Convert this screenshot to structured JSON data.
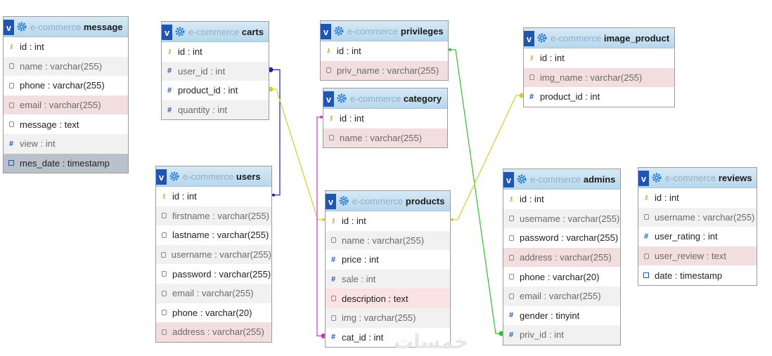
{
  "diagram": {
    "db_name": "e-commerce",
    "tables": [
      {
        "name": "message",
        "fields": [
          {
            "text": "id : int",
            "icon": "key",
            "bg": "white"
          },
          {
            "text": "name : varchar(255)",
            "icon": "text",
            "bg": "shade"
          },
          {
            "text": "phone : varchar(255)",
            "icon": "text",
            "bg": "white"
          },
          {
            "text": "email : varchar(255)",
            "icon": "text",
            "bg": "pink"
          },
          {
            "text": "message : text",
            "icon": "text",
            "bg": "white"
          },
          {
            "text": "view : int",
            "icon": "num",
            "bg": "shade"
          },
          {
            "text": "mes_date : timestamp",
            "icon": "date",
            "bg": "gray"
          }
        ]
      },
      {
        "name": "carts",
        "fields": [
          {
            "text": "id : int",
            "icon": "key",
            "bg": "white"
          },
          {
            "text": "user_id : int",
            "icon": "num",
            "bg": "shade"
          },
          {
            "text": "product_id : int",
            "icon": "num",
            "bg": "white"
          },
          {
            "text": "quantity : int",
            "icon": "num",
            "bg": "shade"
          }
        ]
      },
      {
        "name": "users",
        "fields": [
          {
            "text": "id : int",
            "icon": "key",
            "bg": "white"
          },
          {
            "text": "firstname : varchar(255)",
            "icon": "text",
            "bg": "shade"
          },
          {
            "text": "lastname : varchar(255)",
            "icon": "text",
            "bg": "white"
          },
          {
            "text": "username : varchar(255)",
            "icon": "text",
            "bg": "shade"
          },
          {
            "text": "password : varchar(255)",
            "icon": "text",
            "bg": "white"
          },
          {
            "text": "email : varchar(255)",
            "icon": "text",
            "bg": "shade"
          },
          {
            "text": "phone : varchar(20)",
            "icon": "text",
            "bg": "white"
          },
          {
            "text": "address : varchar(255)",
            "icon": "text",
            "bg": "pink"
          }
        ]
      },
      {
        "name": "privileges",
        "fields": [
          {
            "text": "id : int",
            "icon": "key",
            "bg": "white"
          },
          {
            "text": "priv_name : varchar(255)",
            "icon": "text",
            "bg": "pink"
          }
        ]
      },
      {
        "name": "category",
        "fields": [
          {
            "text": "id : int",
            "icon": "key",
            "bg": "white"
          },
          {
            "text": "name : varchar(255)",
            "icon": "text",
            "bg": "pink"
          }
        ]
      },
      {
        "name": "products",
        "fields": [
          {
            "text": "id : int",
            "icon": "key",
            "bg": "white"
          },
          {
            "text": "name : varchar(255)",
            "icon": "text",
            "bg": "shade"
          },
          {
            "text": "price : int",
            "icon": "num",
            "bg": "white"
          },
          {
            "text": "sale : int",
            "icon": "num",
            "bg": "shade"
          },
          {
            "text": "description : text",
            "icon": "text",
            "bg": "lpink"
          },
          {
            "text": "img : varchar(255)",
            "icon": "text",
            "bg": "shade"
          },
          {
            "text": "cat_id : int",
            "icon": "num",
            "bg": "white"
          }
        ]
      },
      {
        "name": "image_product",
        "fields": [
          {
            "text": "id : int",
            "icon": "key",
            "bg": "white"
          },
          {
            "text": "img_name : varchar(255)",
            "icon": "text",
            "bg": "pink"
          },
          {
            "text": "product_id : int",
            "icon": "num",
            "bg": "white"
          }
        ]
      },
      {
        "name": "admins",
        "fields": [
          {
            "text": "id : int",
            "icon": "key",
            "bg": "white"
          },
          {
            "text": "username : varchar(255)",
            "icon": "text",
            "bg": "shade"
          },
          {
            "text": "password : varchar(255)",
            "icon": "text",
            "bg": "white"
          },
          {
            "text": "address : varchar(255)",
            "icon": "text",
            "bg": "pink"
          },
          {
            "text": "phone : varchar(20)",
            "icon": "text",
            "bg": "white"
          },
          {
            "text": "email : varchar(255)",
            "icon": "text",
            "bg": "shade"
          },
          {
            "text": "gender : tinyint",
            "icon": "num",
            "bg": "white"
          },
          {
            "text": "priv_id : int",
            "icon": "num",
            "bg": "shade"
          }
        ]
      },
      {
        "name": "reviews",
        "fields": [
          {
            "text": "id : int",
            "icon": "key",
            "bg": "white"
          },
          {
            "text": "username : varchar(255)",
            "icon": "text",
            "bg": "shade"
          },
          {
            "text": "user_rating : int",
            "icon": "num",
            "bg": "white"
          },
          {
            "text": "user_review : text",
            "icon": "text",
            "bg": "pink"
          },
          {
            "text": "date : timestamp",
            "icon": "date",
            "bg": "white"
          }
        ]
      }
    ],
    "relations": [
      {
        "from": "carts.user_id",
        "to": "users.id",
        "color": "#1f1fb5"
      },
      {
        "from": "carts.product_id",
        "to": "products.id",
        "color": "#d4cc33"
      },
      {
        "from": "products.cat_id",
        "to": "category.id",
        "color": "#cc33cc"
      },
      {
        "from": "admins.priv_id",
        "to": "privileges.id",
        "color": "#33bb33"
      },
      {
        "from": "image_product.product_id",
        "to": "products.id",
        "color": "#d4cc33"
      }
    ]
  },
  "watermark": "خمسات"
}
